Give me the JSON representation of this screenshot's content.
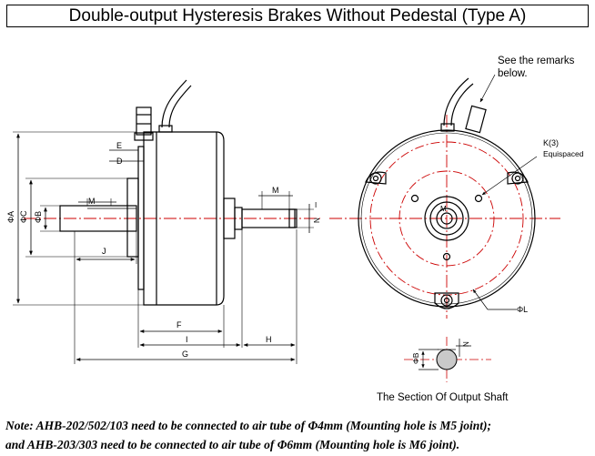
{
  "title": "Double-output Hysteresis Brakes Without Pedestal (Type A)",
  "labels": {
    "phiA": "ΦA",
    "phiB": "ΦB",
    "phiC": "ΦC",
    "D": "D",
    "E": "E",
    "F": "F",
    "G": "G",
    "H": "H",
    "I": "I",
    "J": "J",
    "M_left": "M",
    "M_right": "M",
    "N_right": "N",
    "I_right": "I",
    "phiL": "ΦL",
    "K3": "K(3)",
    "equispaced": "Equispaced",
    "remark_line1": "See the remarks",
    "remark_line2": "below.",
    "phiB_section": "ΦB",
    "N_section": "N",
    "section_caption": "The Section Of Output Shaft"
  },
  "notes": {
    "line1": "Note: AHB-202/502/103 need to be connected to air tube of Φ4mm (Mounting hole is M5 joint);",
    "line2": "and AHB-203/303 need to be connected to air tube of Φ6mm (Mounting hole is M6 joint)."
  },
  "colors": {
    "outline": "#000000",
    "centerline": "#cc0000"
  }
}
